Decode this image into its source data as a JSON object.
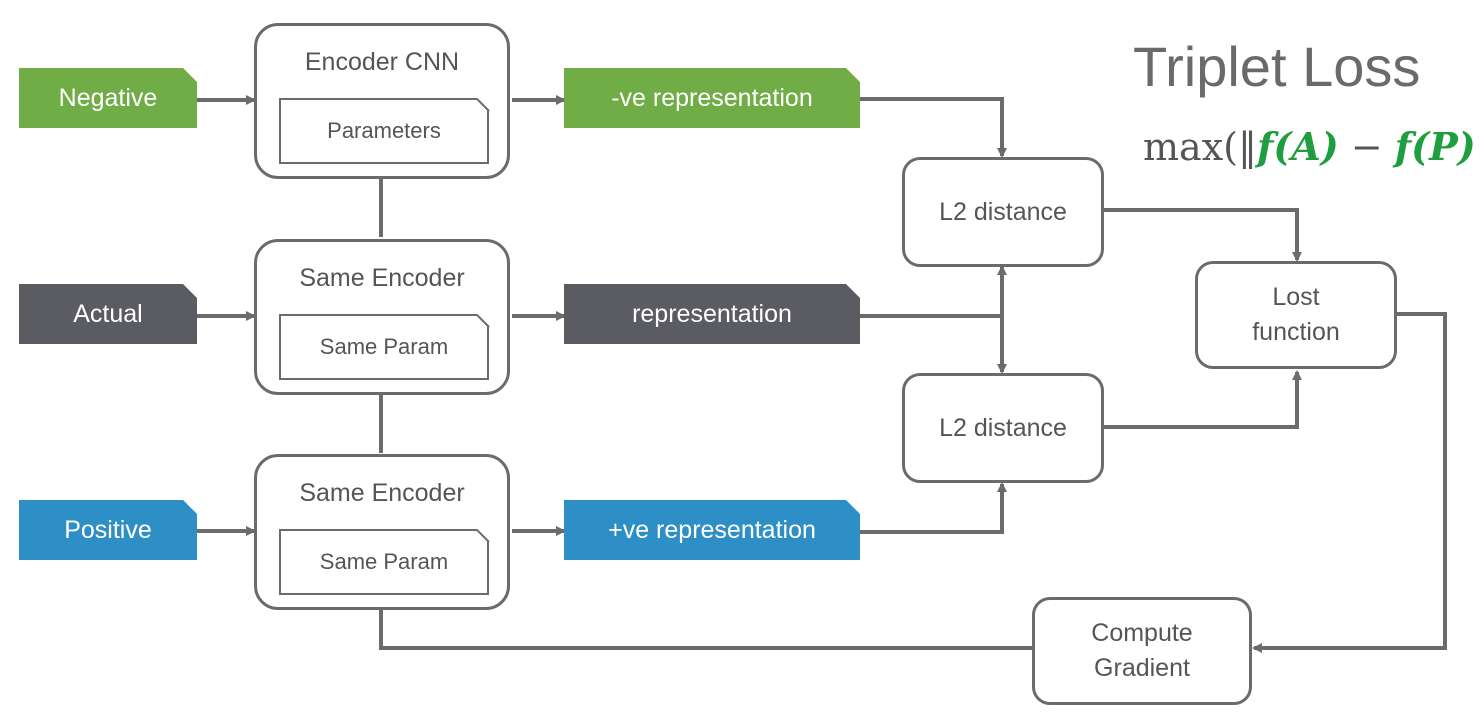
{
  "title": "Triplet Loss",
  "formula": {
    "prefix": "max(‖",
    "fa": "f",
    "a_open": "(",
    "a": "A",
    "a_close": ")",
    "minus": " − ",
    "fp": "f",
    "p_open": "(",
    "p": "P",
    "p_close": ")"
  },
  "inputs": {
    "negative": "Negative",
    "actual": "Actual",
    "positive": "Positive"
  },
  "encoders": {
    "top": {
      "title": "Encoder CNN",
      "param": "Parameters"
    },
    "middle": {
      "title": "Same Encoder",
      "param": "Same Param"
    },
    "bottom": {
      "title": "Same Encoder",
      "param": "Same Param"
    }
  },
  "representations": {
    "negative": "-ve representation",
    "actual": "representation",
    "positive": "+ve representation"
  },
  "distance": {
    "top": "L2 distance",
    "bottom": "L2 distance"
  },
  "loss": {
    "line1": "Lost",
    "line2": "function"
  },
  "gradient": {
    "line1": "Compute",
    "line2": "Gradient"
  },
  "colors": {
    "negative": "#70ad47",
    "actual": "#5b5b62",
    "positive": "#2e8fc6",
    "lines": "#6b6b6b",
    "formula_highlight": "#1e9e3e"
  }
}
